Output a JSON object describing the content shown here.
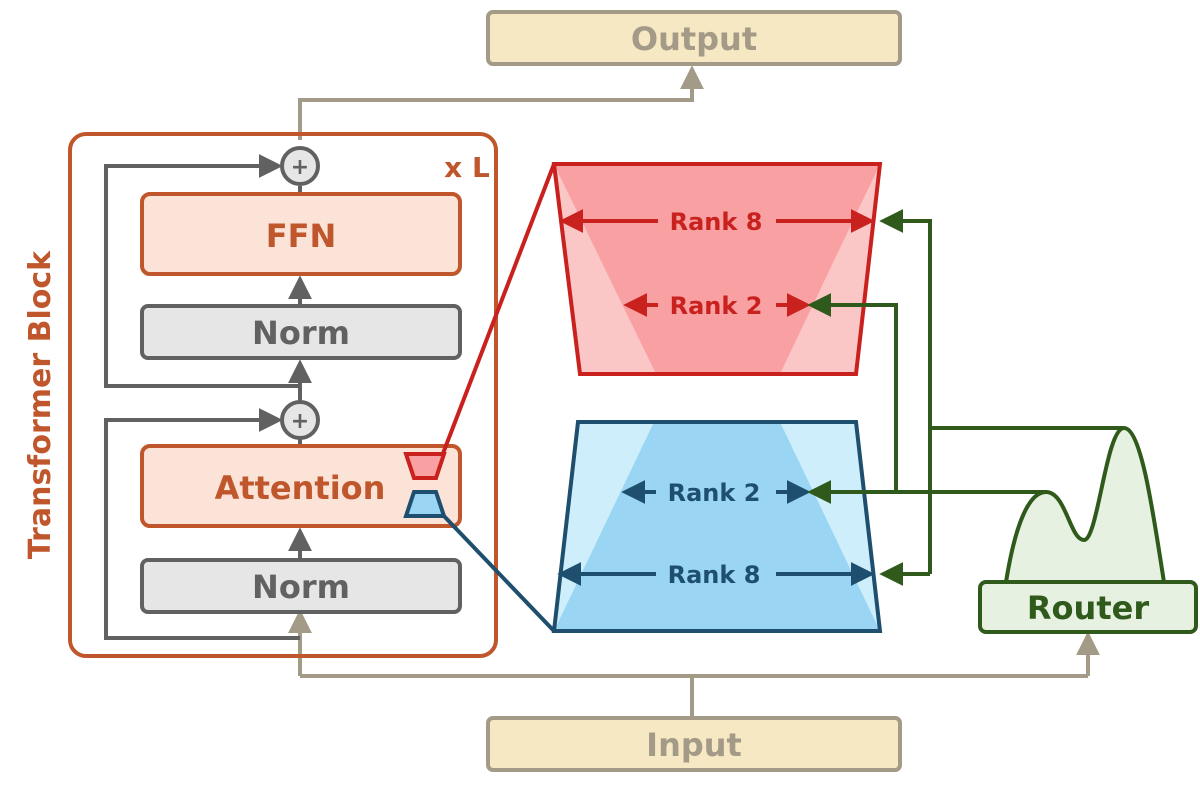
{
  "output": {
    "label": "Output"
  },
  "input": {
    "label": "Input"
  },
  "transformer_block": {
    "title": "Transformer Block",
    "repeat": "x L",
    "ffn": "FFN",
    "norm_upper": "Norm",
    "attention": "Attention",
    "norm_lower": "Norm",
    "plus_upper": "+",
    "plus_lower": "+"
  },
  "upper_adapter": {
    "rank_outer": "Rank 8",
    "rank_inner": "Rank 2"
  },
  "lower_adapter": {
    "rank_inner": "Rank 2",
    "rank_outer": "Rank 8"
  },
  "router": {
    "label": "Router"
  },
  "colors": {
    "orange": "#c0562b",
    "orange_fill": "#fbe3d8",
    "gray": "#616161",
    "gray_fill": "#e6e6e6",
    "tan": "#a39a87",
    "tan_fill": "#f6e8c3",
    "red": "#c9211e",
    "red_fill": "#f9a0a2",
    "blue": "#1e4f6e",
    "blue_fill": "#9ad6f3",
    "green": "#2f5a1b",
    "green_fill": "#e6f1e1"
  }
}
